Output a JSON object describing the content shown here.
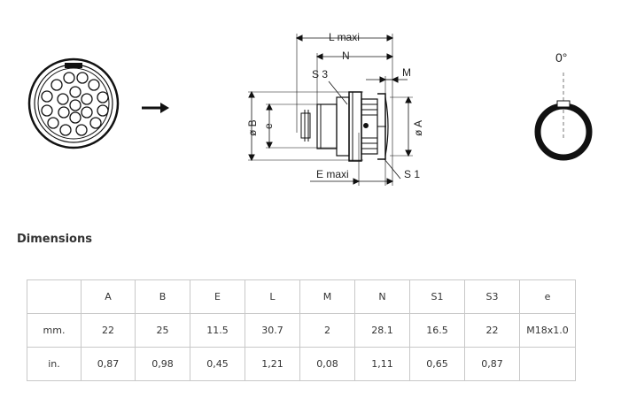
{
  "drawing": {
    "labels": {
      "l_maxi": "L maxi",
      "n": "N",
      "m": "M",
      "s3": "S 3",
      "dia_b": "ø B",
      "e_small": "e",
      "dia_a": "ø A",
      "e_maxi": "E maxi",
      "s1": "S 1",
      "angle": "0°"
    },
    "icons": [
      "connector-face-icon",
      "arrow-right-icon",
      "connector-side-view",
      "key-orientation-icon"
    ]
  },
  "section": {
    "title": "Dimensions"
  },
  "table": {
    "headers": [
      "",
      "A",
      "B",
      "E",
      "L",
      "M",
      "N",
      "S1",
      "S3",
      "e"
    ],
    "rows": [
      [
        "mm.",
        "22",
        "25",
        "11.5",
        "30.7",
        "2",
        "28.1",
        "16.5",
        "22",
        "M18x1.0"
      ],
      [
        "in.",
        "0,87",
        "0,98",
        "0,45",
        "1,21",
        "0,08",
        "1,11",
        "0,65",
        "0,87",
        ""
      ]
    ]
  }
}
